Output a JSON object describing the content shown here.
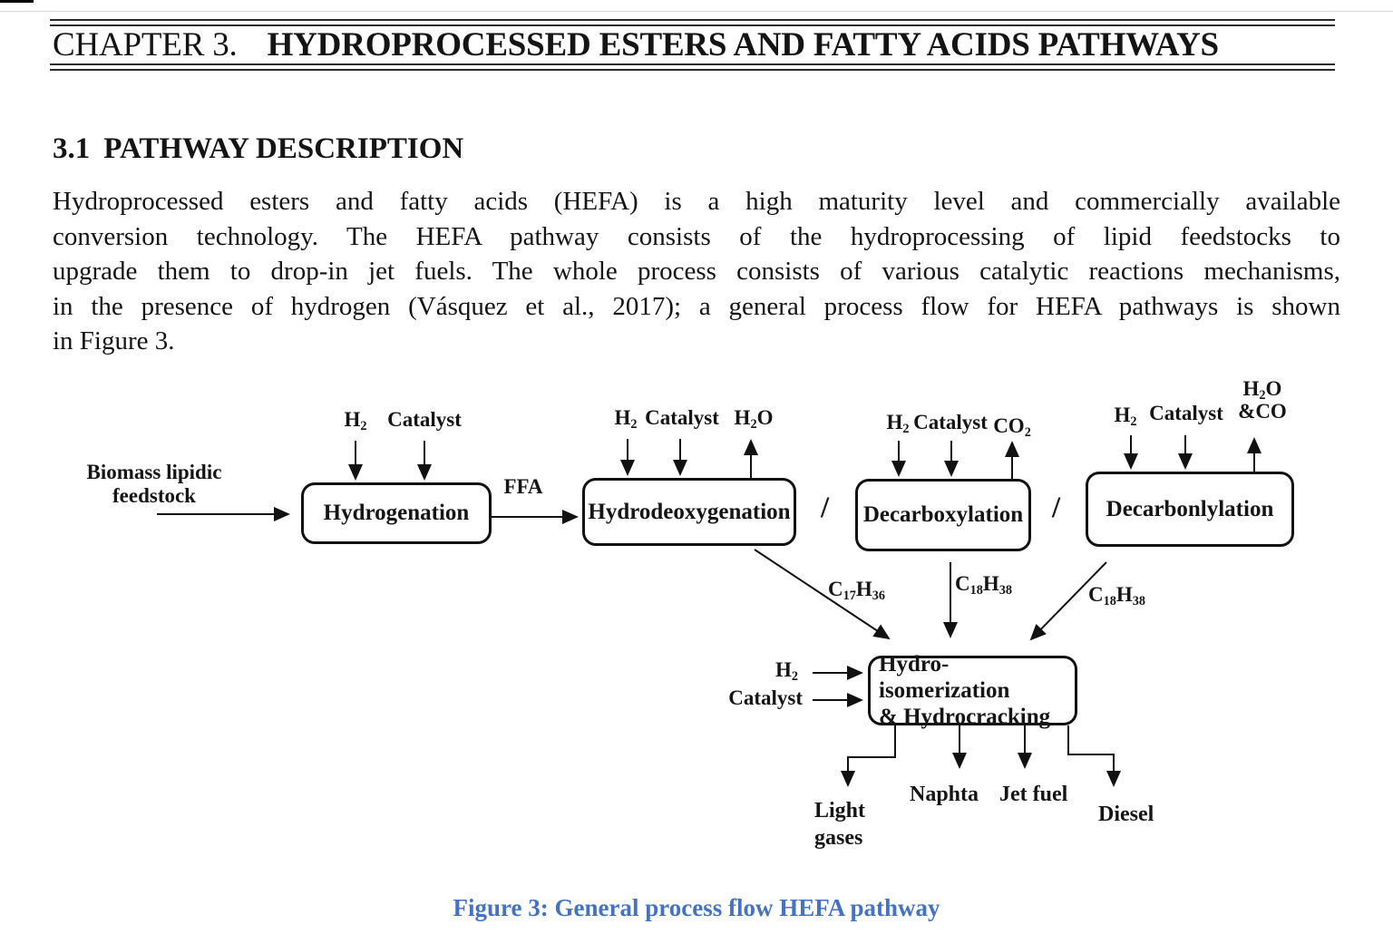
{
  "header": {
    "chapter_label": "CHAPTER 3.",
    "chapter_title": "HYDROPROCESSED ESTERS AND FATTY ACIDS PATHWAYS"
  },
  "section": {
    "number": "3.1",
    "title": "PATHWAY DESCRIPTION"
  },
  "paragraph": {
    "lines": [
      "Hydroprocessed esters and fatty acids (HEFA) is a high maturity level and commercially available",
      "conversion technology. The HEFA pathway consists of the hydroprocessing of lipid feedstocks to",
      "upgrade them to drop-in jet fuels. The whole process consists of various catalytic reactions mechanisms,",
      "in the presence of hydrogen (Vásquez et al., 2017); a general process flow for HEFA pathways is shown",
      "in Figure 3."
    ]
  },
  "diagram": {
    "feedstock": {
      "line1": "Biomass lipidic",
      "line2": "feedstock"
    },
    "boxes": {
      "hydrogenation": "Hydrogenation",
      "hydrodeoxygenation": "Hydrodeoxygenation",
      "decarboxylation": "Decarboxylation",
      "decarbonlylation": "Decarbonlylation",
      "hydroisomerization_line1": "Hydro-isomerization",
      "hydroisomerization_line2": "& Hydrocracking"
    },
    "inputs": {
      "h2": "H2",
      "catalyst": "Catalyst"
    },
    "byproducts": {
      "h2o": "H2O",
      "co2": "CO2",
      "h2o_co_line1": "H2O",
      "h2o_co_line2": "&CO"
    },
    "streams": {
      "ffa": "FFA",
      "c17h36": "C17H36",
      "c18h38": "C18H38"
    },
    "separator": "/",
    "products": {
      "light_gases_line1": "Light",
      "light_gases_line2": "gases",
      "naphta": "Naphta",
      "jet_fuel": "Jet fuel",
      "diesel": "Diesel"
    }
  },
  "caption": {
    "text": "Figure 3: General process flow HEFA pathway",
    "color": "#4472c4"
  }
}
